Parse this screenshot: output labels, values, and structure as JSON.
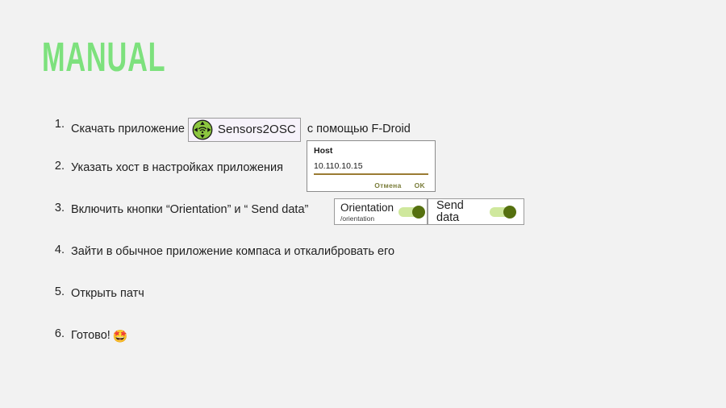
{
  "page": {
    "title": "MANUAL",
    "title_color": "#7de17d",
    "background_color": "#f2f2f2"
  },
  "steps": [
    {
      "num": "1.",
      "text_before": "Скачать приложение",
      "badge": {
        "app_name": "Sensors2OSC",
        "icon": "sensors2osc-app-icon"
      },
      "text_after": "с помощью F-Droid"
    },
    {
      "num": "2.",
      "text_before": "Указать хост в настройках приложения",
      "text_after": ""
    },
    {
      "num": "3.",
      "text_before": "Включить кнопки “Orientation” и “ Send data”",
      "text_after": ""
    },
    {
      "num": "4.",
      "text_before": "Зайти в обычное приложение компаса и откалибровать его",
      "text_after": ""
    },
    {
      "num": "5.",
      "text_before": "Открыть патч",
      "text_after": ""
    },
    {
      "num": "6.",
      "text_before": "Готово!",
      "emoji": "🤩",
      "text_after": ""
    }
  ],
  "host_dialog": {
    "title": "Host",
    "value": "10.110.10.15",
    "cancel_label": "Отмена",
    "ok_label": "OK",
    "accent_color": "#9a7b33",
    "button_color": "#7a7d3a"
  },
  "toggles": {
    "orientation": {
      "title": "Orientation",
      "subtitle": "/orientation",
      "state": "on"
    },
    "send_data": {
      "title": "Send data",
      "subtitle": "",
      "state": "on"
    },
    "track_color": "#cfe89d",
    "knob_color": "#55700f"
  }
}
